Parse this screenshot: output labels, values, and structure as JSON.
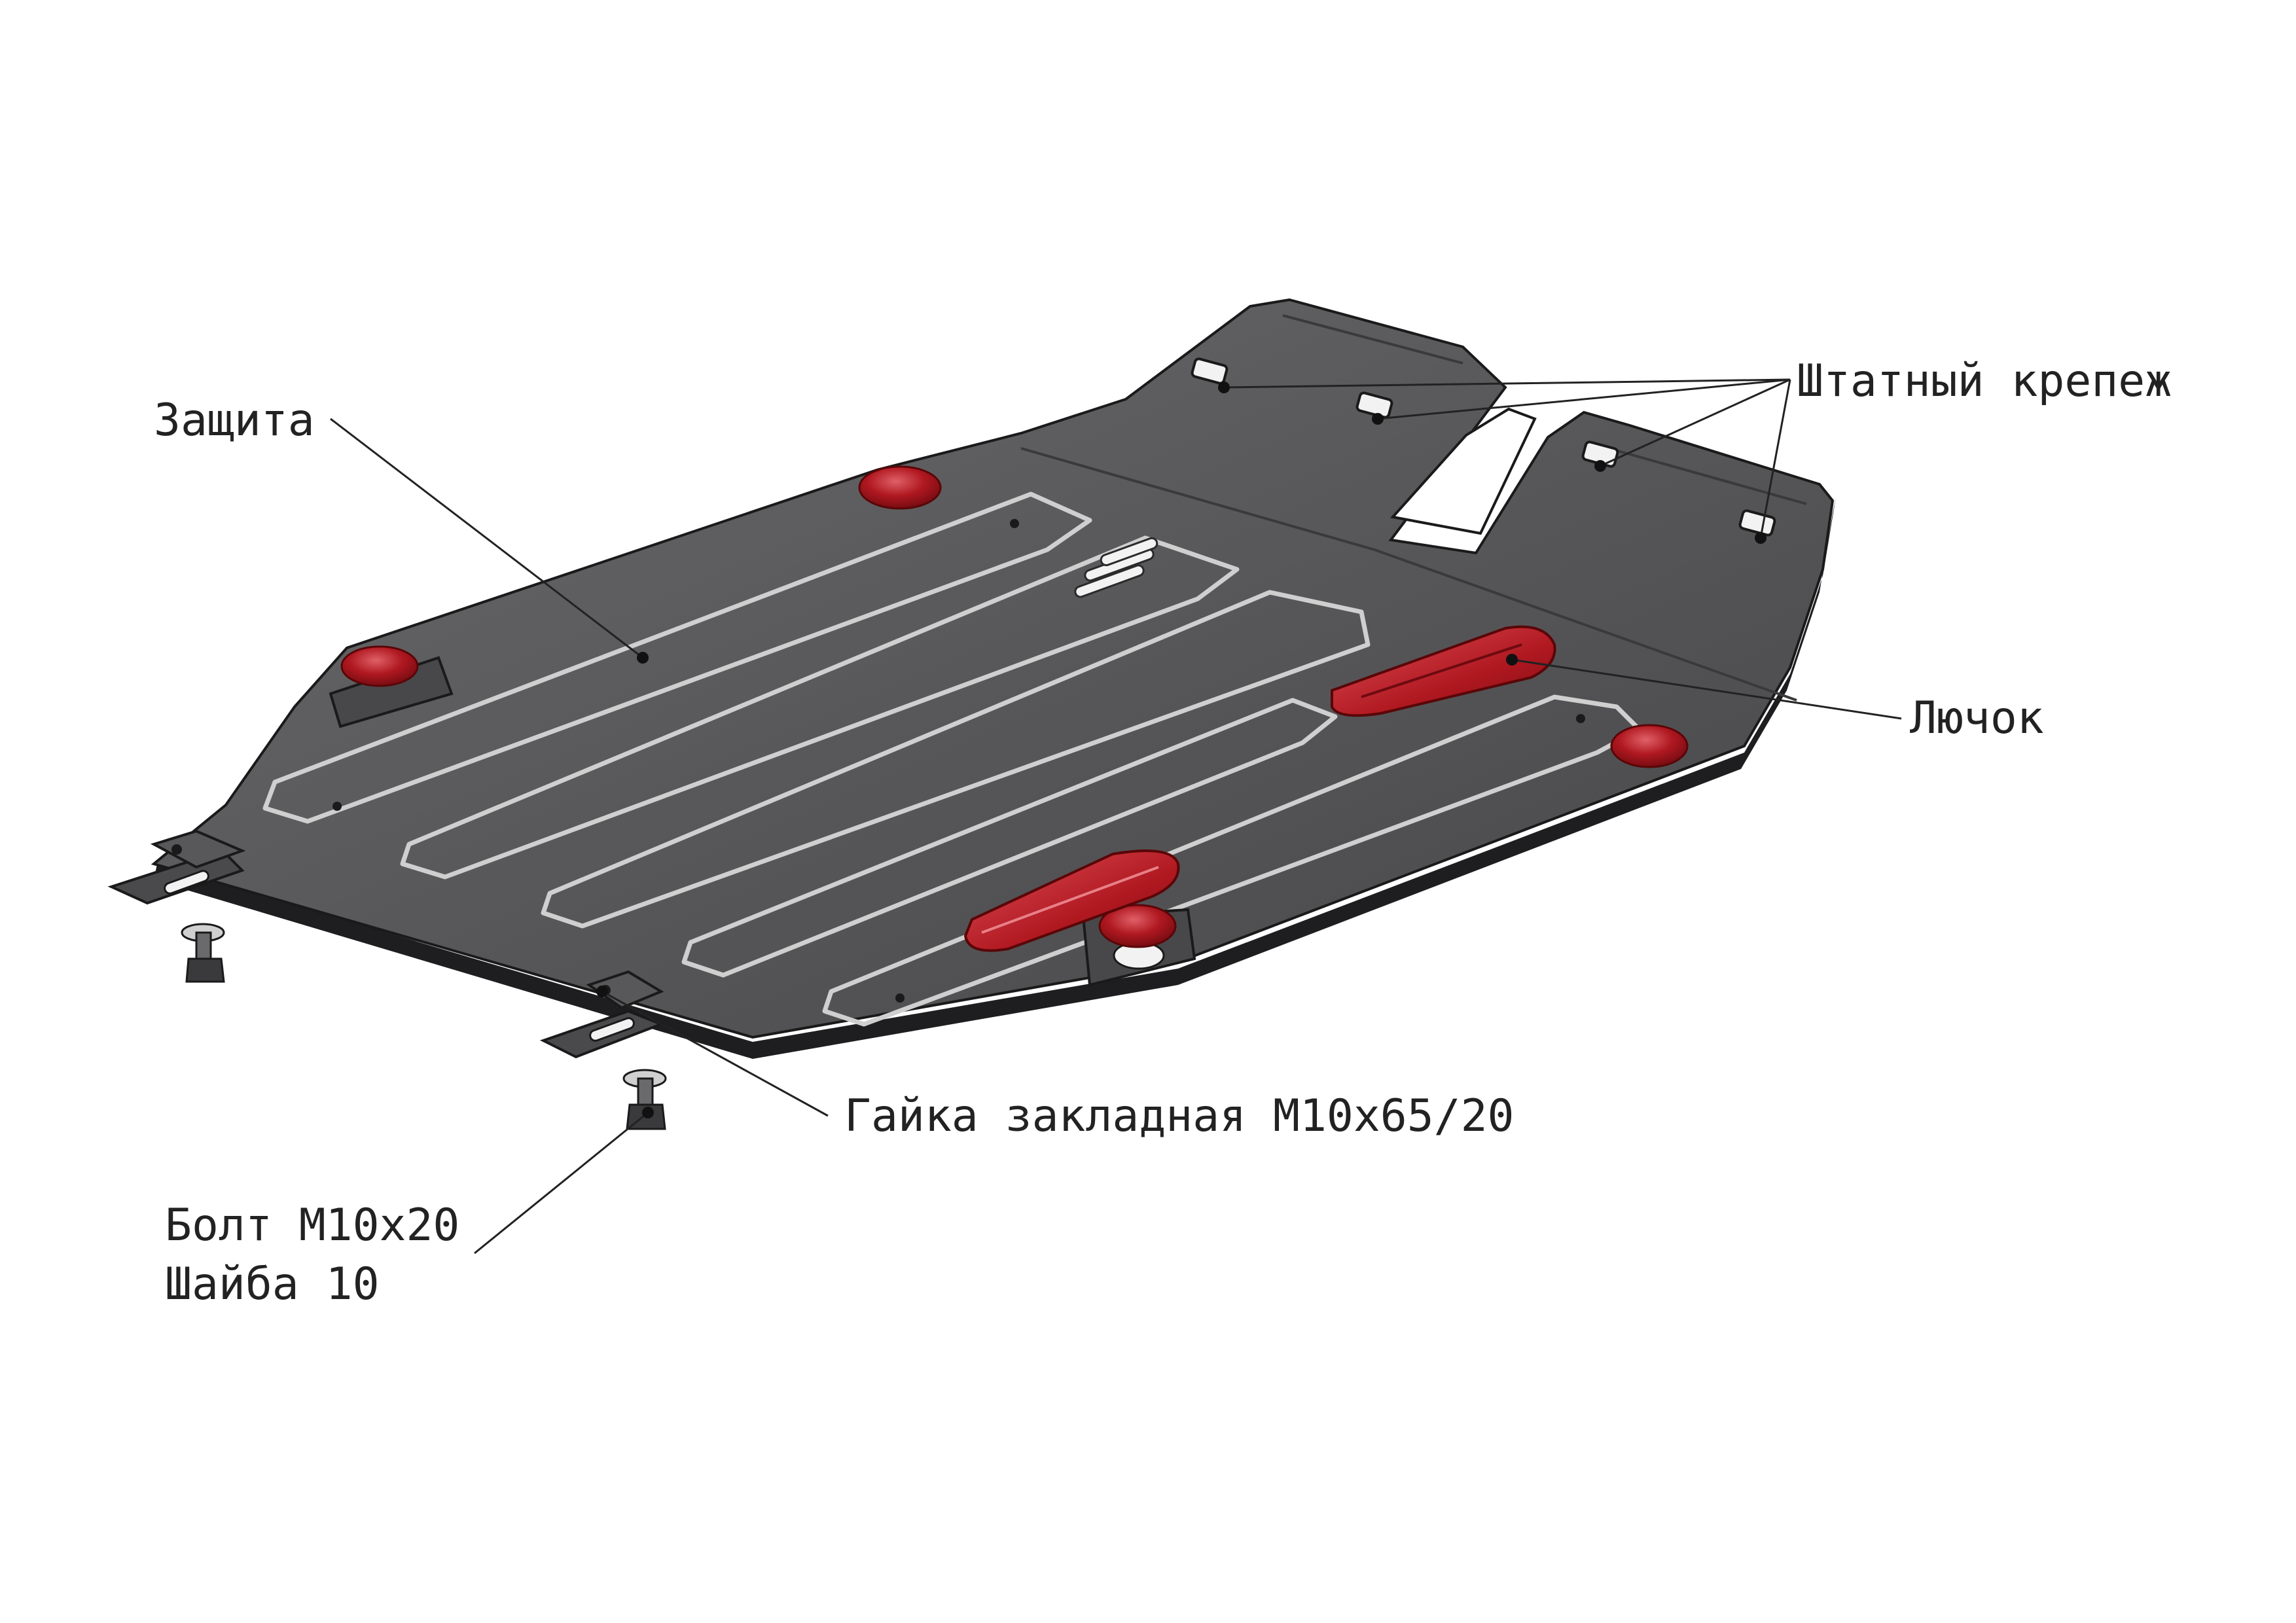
{
  "labels": {
    "protection": "Защита",
    "standard_fasteners": "Штатный крепеж",
    "hatch": "Лючок",
    "embedded_nut": "Гайка закладная М10х65/20",
    "bolt": "Болт М10х20",
    "washer": "Шайба 10"
  },
  "colors": {
    "plate": "#58585a",
    "plate_dark": "#3a3a3c",
    "plate_edge": "#1a1a1a",
    "highlight": "#d8d8d8",
    "accent_red": "#b01820",
    "accent_red_light": "#e06068",
    "leader_line": "#222222",
    "text": "#222222"
  }
}
